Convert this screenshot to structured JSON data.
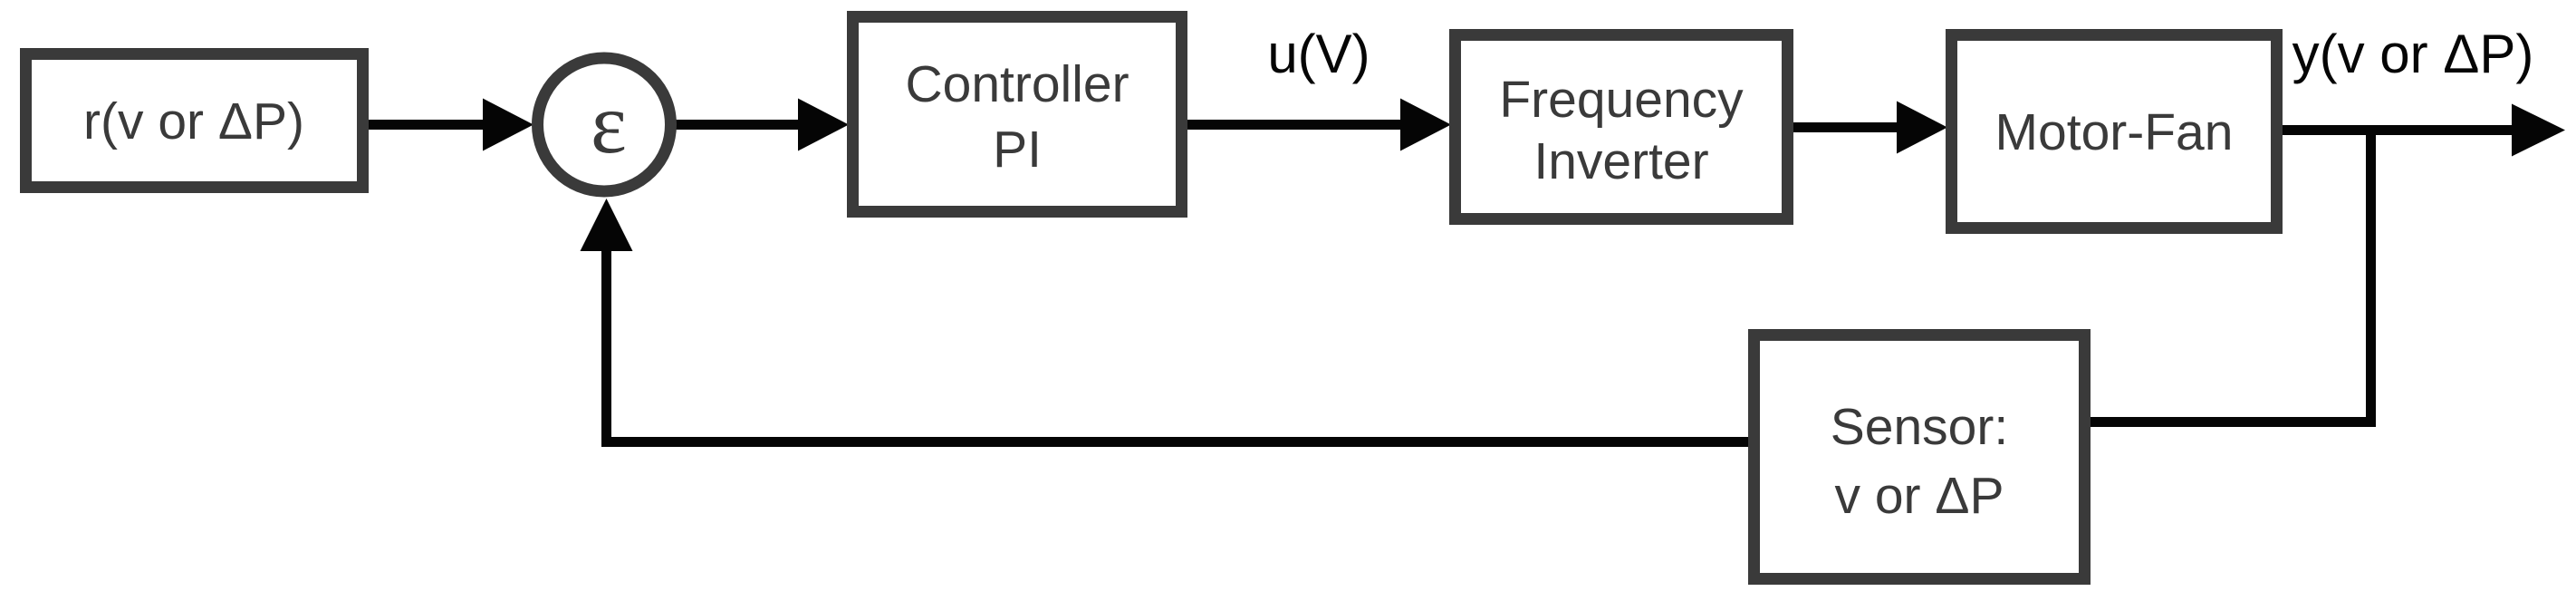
{
  "diagram": {
    "title": "closed-loop fan control block diagram",
    "colors": {
      "background": "#ffffff",
      "box_border": "#3a3a3a",
      "box_text": "#3a3a3a",
      "line": "#050505",
      "signal_text": "#050505"
    },
    "blocks": {
      "reference": {
        "label": "r(v or ΔP)"
      },
      "summing_junction": {
        "label": "ε"
      },
      "controller": {
        "line1": "Controller",
        "line2": "PI"
      },
      "frequency_inverter": {
        "line1": "Frequency",
        "line2": "Inverter"
      },
      "motor_fan": {
        "label": "Motor-Fan"
      },
      "sensor": {
        "line1": "Sensor:",
        "line2": "v or ΔP"
      }
    },
    "signals": {
      "control": "u(V)",
      "output": "y(v or ΔP)"
    }
  }
}
